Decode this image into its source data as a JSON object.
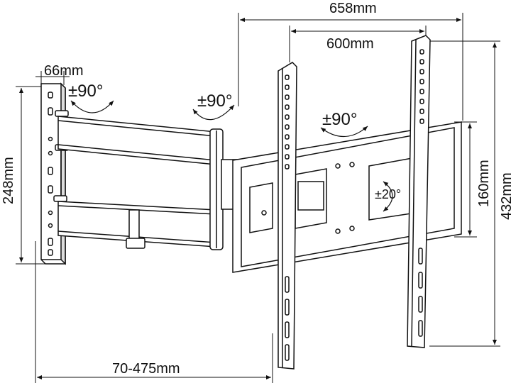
{
  "dimensions": {
    "overall_width": "658mm",
    "vesa_width": "600mm",
    "wall_plate_width": "66mm",
    "wall_plate_height": "248mm",
    "overall_height": "432mm",
    "vesa_height": "160mm",
    "extension": "70-475mm"
  },
  "angles": {
    "wall_swivel": "±90°",
    "arm_swivel": "±90°",
    "head_swivel": "±90°",
    "tilt": "±20°"
  },
  "colors": {
    "line": "#111111",
    "background": "#ffffff"
  }
}
